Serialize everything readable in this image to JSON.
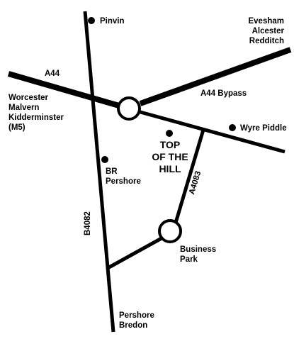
{
  "labels": {
    "pinvin": "Pinvin",
    "evesham": "Evesham",
    "alcester": "Alcester",
    "redditch": "Redditch",
    "a44_west": "A44",
    "a44_bypass": "A44 Bypass",
    "worcester": "Worcester",
    "malvern": "Malvern",
    "kidderminster": "Kidderminster",
    "m5": "(M5)",
    "wyre_piddle": "Wyre Piddle",
    "top_line1": "TOP",
    "top_line2": "OF THE",
    "top_line3": "HILL",
    "br": "BR",
    "pershore_station": "Pershore",
    "a4083": "A4083",
    "b4082": "B4082",
    "business": "Business",
    "park": "Park",
    "pershore_south": "Pershore",
    "bredon": "Bredon"
  }
}
